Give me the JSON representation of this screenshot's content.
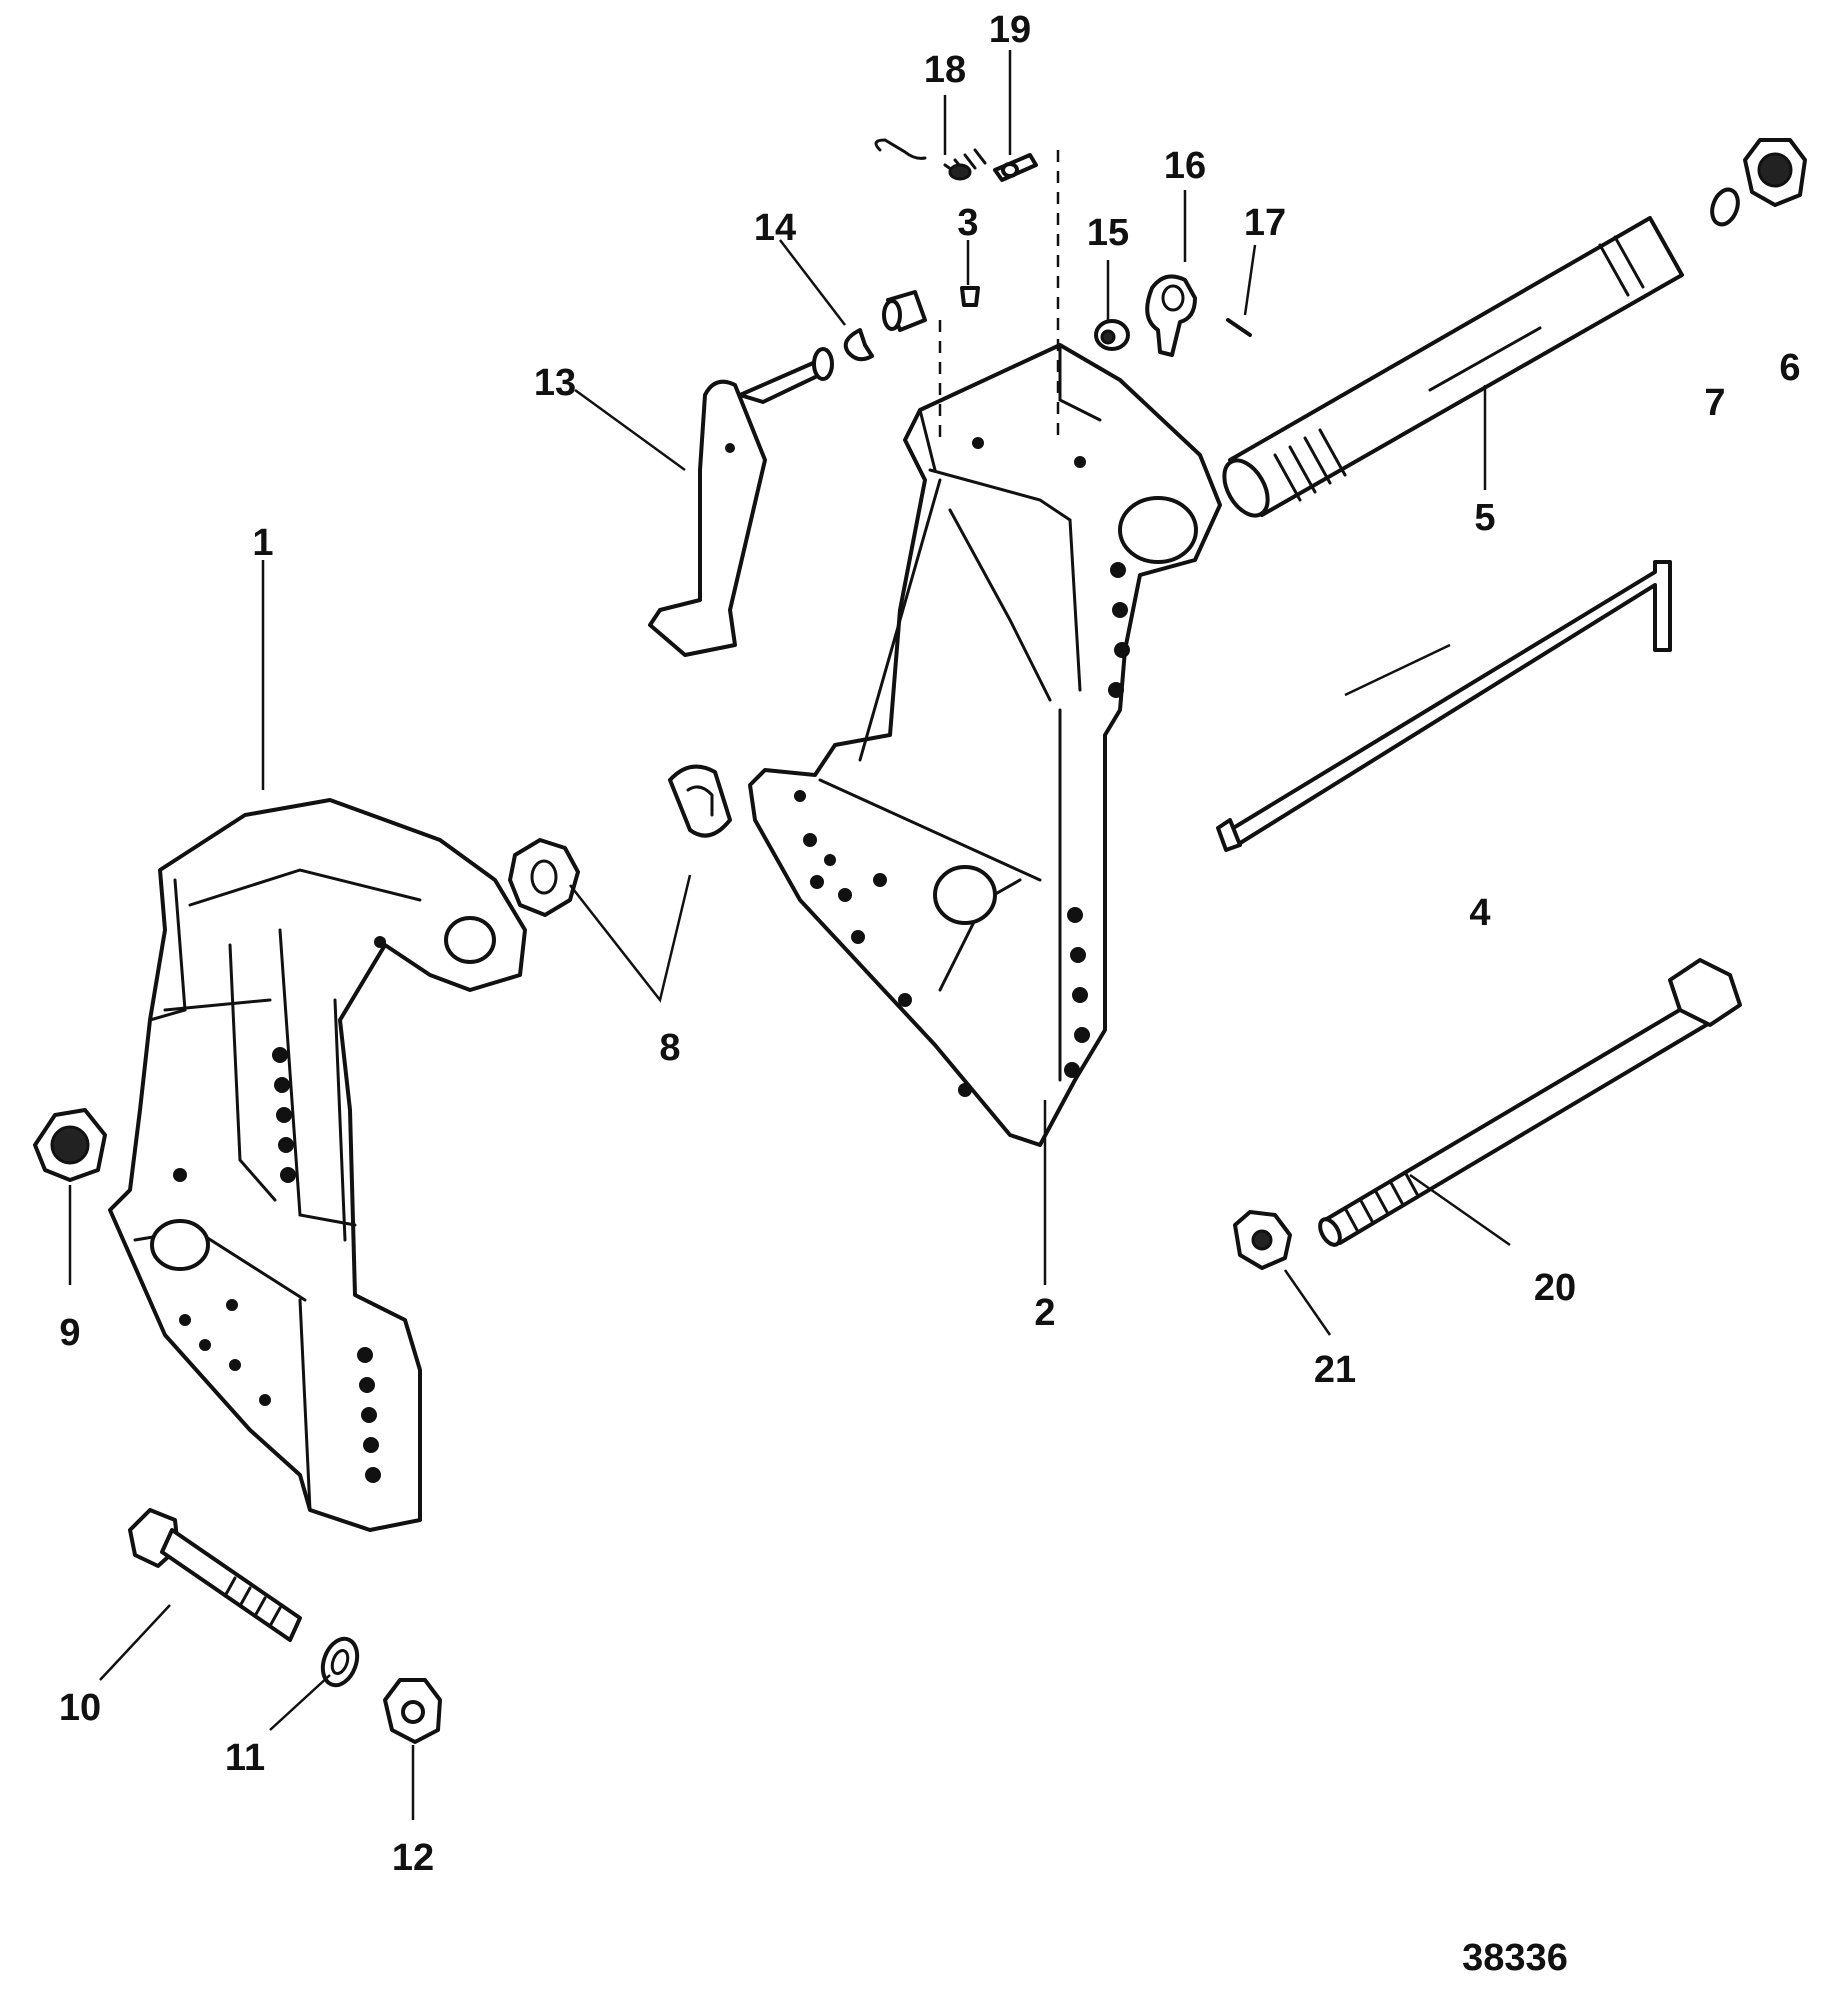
{
  "figure_number": "38336",
  "callouts": [
    {
      "id": "1",
      "text": "1"
    },
    {
      "id": "2",
      "text": "2"
    },
    {
      "id": "3",
      "text": "3"
    },
    {
      "id": "4",
      "text": "4"
    },
    {
      "id": "5",
      "text": "5"
    },
    {
      "id": "6",
      "text": "6"
    },
    {
      "id": "7",
      "text": "7"
    },
    {
      "id": "8",
      "text": "8"
    },
    {
      "id": "9",
      "text": "9"
    },
    {
      "id": "10",
      "text": "10"
    },
    {
      "id": "11",
      "text": "11"
    },
    {
      "id": "12",
      "text": "12"
    },
    {
      "id": "13",
      "text": "13"
    },
    {
      "id": "14",
      "text": "14"
    },
    {
      "id": "15",
      "text": "15"
    },
    {
      "id": "16",
      "text": "16"
    },
    {
      "id": "17",
      "text": "17"
    },
    {
      "id": "18",
      "text": "18"
    },
    {
      "id": "19",
      "text": "19"
    },
    {
      "id": "20",
      "text": "20"
    },
    {
      "id": "21",
      "text": "21"
    }
  ],
  "colors": {
    "line": "#111111",
    "background": "#ffffff"
  }
}
